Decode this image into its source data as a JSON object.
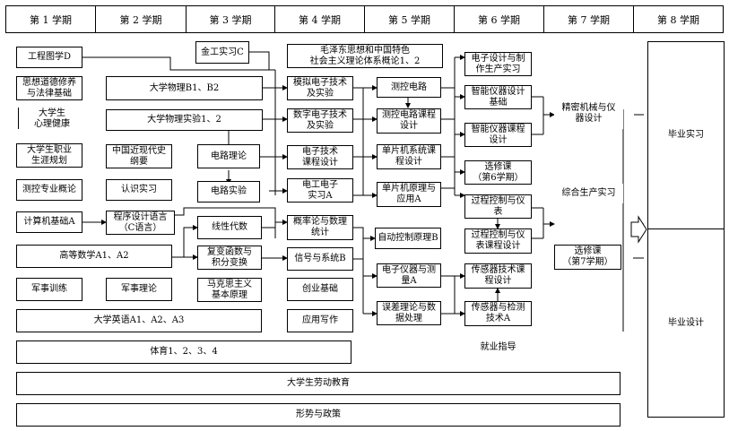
{
  "semesters": [
    "第 1 学期",
    "第 2 学期",
    "第 3 学期",
    "第 4 学期",
    "第 5 学期",
    "第 6 学期",
    "第 7 学期",
    "第 8 学期"
  ],
  "courses": {
    "engineering_drawing": "工程图学D",
    "metalwork_practice": "金工实习C",
    "mao_theory": "毛泽东思想和中国特色\n社会主义理论体系概论1、2",
    "ethics_law": "思想道德修养\n与法律基础",
    "mental_health": "大学生\n心理健康",
    "career_planning": "大学生职业\n生涯规划",
    "measurement_intro": "测控专业概论",
    "cognition_practice": "认识实习",
    "computer_basics": "计算机基础A",
    "programming_c": "程序设计语言\n（C语言）",
    "physics": "大学物理B1、B2",
    "physics_lab": "大学物理实验1、2",
    "modern_history": "中国近现代史\n纲要",
    "circuit_theory": "电路理论",
    "circuit_lab": "电路实验",
    "linear_algebra": "线性代数",
    "complex_functions": "复变函数与\n积分变换",
    "advanced_math": "高等数学A1、A2",
    "military_training": "军事训练",
    "military_theory": "军事理论",
    "marxism": "马克思主义\n基本原理",
    "college_english": "大学英语A1、A2、A3",
    "pe": "体育1、2、3、4",
    "labor_education": "大学生劳动教育",
    "situation_policy": "形势与政策",
    "analog_electronics": "模拟电子技术\n及实验",
    "digital_electronics": "数字电子技术\n及实验",
    "electronics_design": "电子技术\n课程设计",
    "electrician_practice": "电工电子\n实习A",
    "probability": "概率论与数理\n统计",
    "signals_systems": "信号与系统B",
    "entrepreneurship": "创业基础",
    "applied_writing": "应用写作",
    "measurement_circuits": "测控电路",
    "measurement_circuits_design": "测控电路课程\n设计",
    "mcu_design": "单片机系统课\n程设计",
    "mcu_principles": "单片机原理与\n应用A",
    "automatic_control": "自动控制原理B",
    "electronic_instruments": "电子仪器与测\n量A",
    "error_theory": "误差理论与数\n据处理",
    "electronic_production": "电子设计与制\n作生产实习",
    "smart_instrument_basics": "智能仪器设计\n基础",
    "smart_instrument_design": "智能仪器课程\n设计",
    "elective_6": "选修课\n（第6学期）",
    "process_control": "过程控制与仪\n表",
    "process_control_design": "过程控制与仪\n表课程设计",
    "sensor_design": "传感器技术课\n程设计",
    "sensor_detection": "传感器与检测\n技术A",
    "employment_guidance": "就业指导",
    "precision_machinery": "精密机械与仪\n器设计",
    "production_practice": "综合生产实习",
    "elective_7": "选修课\n（第7学期）",
    "graduation_internship": "毕业实习",
    "graduation_design": "毕业设计"
  }
}
